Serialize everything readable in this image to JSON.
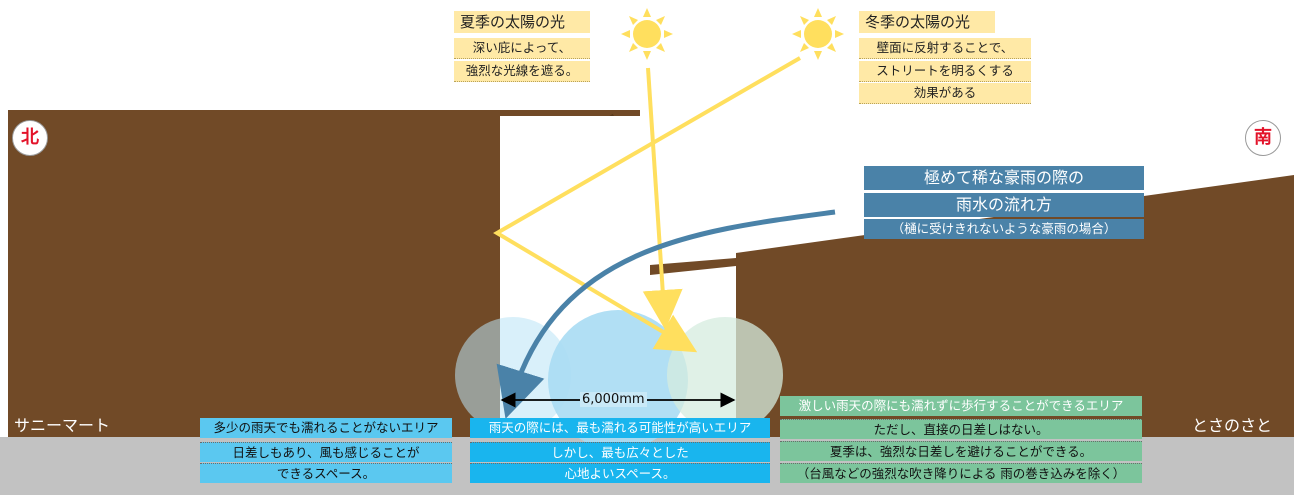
{
  "compass": {
    "north": "北",
    "south": "南"
  },
  "sides": {
    "left": "サニーマート",
    "right": "とさのさと"
  },
  "summer": {
    "title": "夏季の太陽の光",
    "lines": [
      "深い庇によって、",
      "強烈な光線を遮る。"
    ]
  },
  "winter": {
    "title": "冬季の太陽の光",
    "lines": [
      "壁面に反射することで、",
      "ストリートを明るくする",
      "効果がある"
    ]
  },
  "rain": {
    "title1": "極めて稀な豪雨の際の",
    "title2": "雨水の流れ方",
    "note": "（樋に受けきれないような豪雨の場合）"
  },
  "dimension": "6,000mm",
  "zones": {
    "left": {
      "title": "多少の雨天でも濡れることがないエリア",
      "lines": [
        "日差しもあり、風も感じることが",
        "できるスペース。"
      ]
    },
    "center": {
      "title": "雨天の際には、最も濡れる可能性が高いエリア",
      "lines": [
        "しかし、最も広々とした",
        "心地よいスペース。"
      ]
    },
    "right": {
      "title": "激しい雨天の際にも濡れずに歩行することができるエリア",
      "lines": [
        "ただし、直接の日差しはない。",
        "夏季は、強烈な日差しを避けることができる。",
        "（台風などの強烈な吹き降りによる 雨の巻き込みを除く）"
      ]
    }
  },
  "colors": {
    "building": "#714a27",
    "ground": "#c2c2c2",
    "sun": "#ffdf5e",
    "rain": "#4a82a8",
    "zone_left": "#5bc8f0",
    "zone_center": "#19b5ee",
    "zone_right": "#7cc59c",
    "label_bg": "#ffe9a6"
  }
}
